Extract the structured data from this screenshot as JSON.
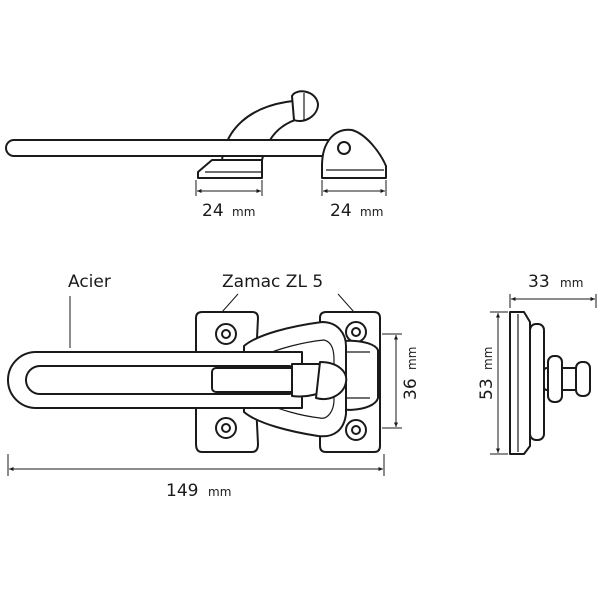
{
  "labels": {
    "material_steel": "Acier",
    "material_zamac": "Zamac ZL 5"
  },
  "dimensions": {
    "top_left_value": "24",
    "top_right_value": "24",
    "height_value": "36",
    "length_value": "149",
    "side_width_value": "33",
    "side_height_value": "53",
    "unit": "mm"
  }
}
